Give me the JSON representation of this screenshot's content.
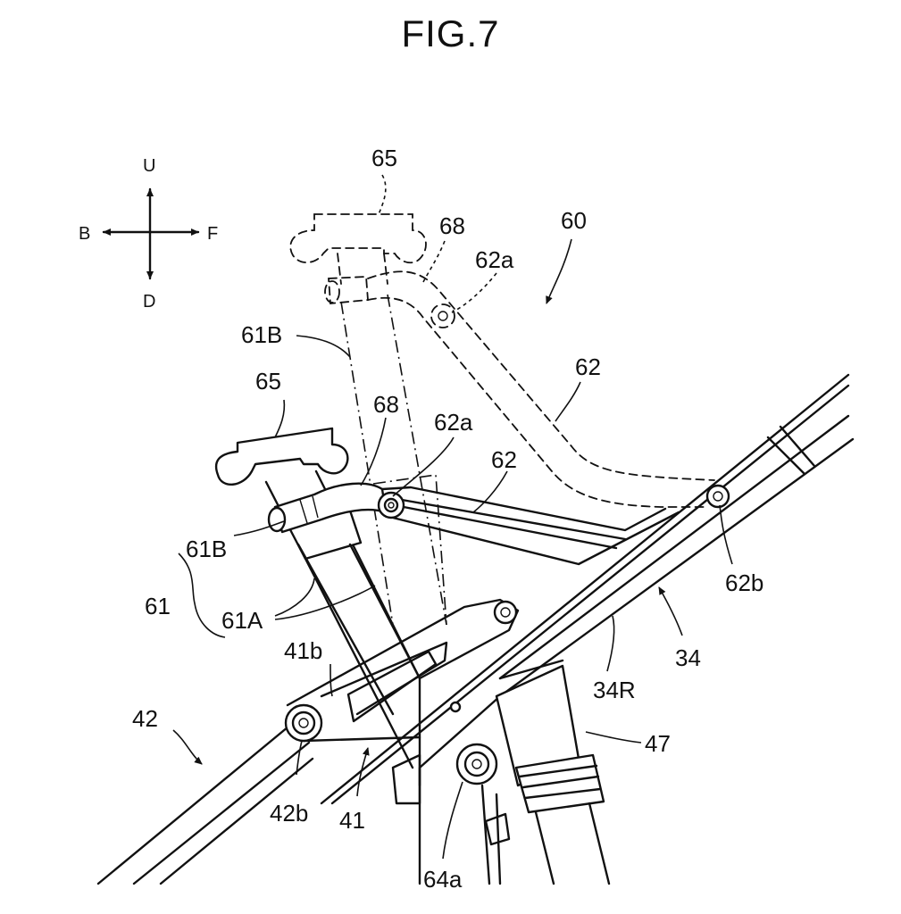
{
  "figure": {
    "title": "FIG.7"
  },
  "directions": {
    "up": "U",
    "down": "D",
    "back": "B",
    "front": "F"
  },
  "labels": {
    "l65_top": "65",
    "l68_top": "68",
    "l60": "60",
    "l62a_top": "62a",
    "l61B_top": "61B",
    "l62_top": "62",
    "l65_low": "65",
    "l68_low": "68",
    "l62a_low": "62a",
    "l62_low": "62",
    "l61B_low": "61B",
    "l61": "61",
    "l61A": "61A",
    "l62b": "62b",
    "l41b": "41b",
    "l34": "34",
    "l34R": "34R",
    "l42": "42",
    "l47": "47",
    "l42b": "42b",
    "l41": "41",
    "l64a": "64a"
  }
}
